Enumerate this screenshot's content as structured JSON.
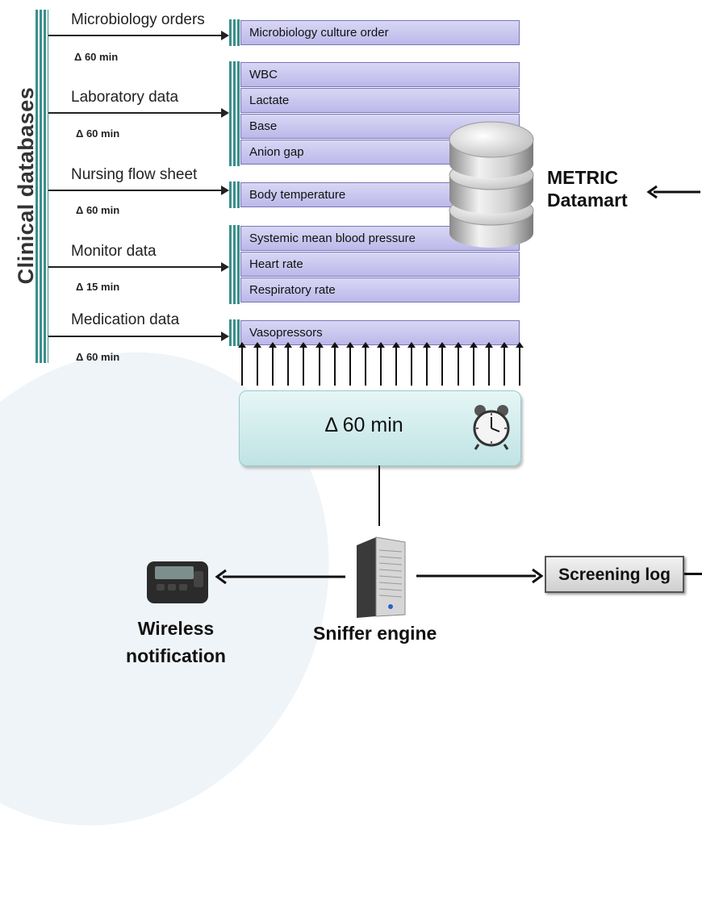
{
  "title": "Clinical databases",
  "sources": [
    {
      "name": "Microbiology orders",
      "interval": "Δ 60 min"
    },
    {
      "name": "Laboratory data",
      "interval": "Δ 60 min"
    },
    {
      "name": "Nursing flow sheet",
      "interval": "Δ 60 min"
    },
    {
      "name": "Monitor data",
      "interval": "Δ 15 min"
    },
    {
      "name": "Medication data",
      "interval": "Δ 60 min"
    }
  ],
  "items": {
    "microbiology": [
      "Microbiology culture order"
    ],
    "laboratory": [
      "WBC",
      "Lactate",
      "Base",
      "Anion gap"
    ],
    "nursing": [
      "Body temperature"
    ],
    "monitor": [
      "Systemic mean blood pressure",
      "Heart rate",
      "Respiratory rate"
    ],
    "medication": [
      "Vasopressors"
    ]
  },
  "datamart": {
    "line1": "METRIC",
    "line2": "Datamart"
  },
  "timer": "Δ 60 min",
  "engine": "Sniffer engine",
  "notification": {
    "line1": "Wireless",
    "line2": "notification"
  },
  "log": "Screening log",
  "colors": {
    "bus": "#3a8f8c",
    "cell": "#c9c6ef",
    "timer": "#cfeced"
  },
  "icons": [
    "database-icon",
    "alarm-clock-icon",
    "server-tower-icon",
    "pager-icon"
  ]
}
